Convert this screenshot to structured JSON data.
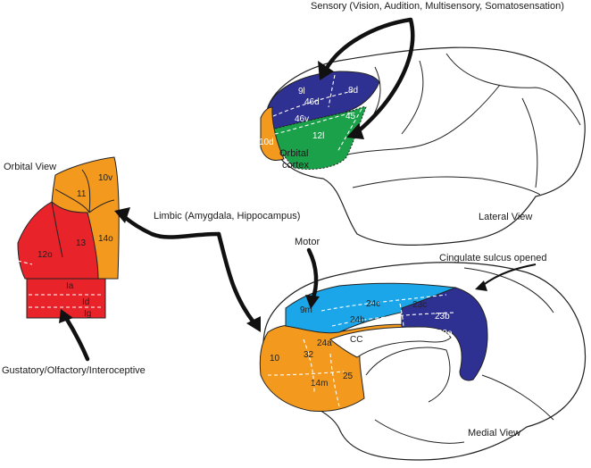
{
  "captions": {
    "sensory": "Sensory (Vision, Audition, Multisensory, Somatosensation)",
    "orbital_view": "Orbital View",
    "limbic": "Limbic (Amygdala, Hippocampus)",
    "motor": "Motor",
    "cingulate": "Cingulate sulcus opened",
    "lateral_view": "Lateral View",
    "medial_view": "Medial View",
    "gustatory": "Gustatory/Olfactory/Interoceptive",
    "orbital_cortex_line1": "Orbital",
    "orbital_cortex_line2": "cortex",
    "cc": "CC"
  },
  "colors": {
    "orange": "#F39A1E",
    "red": "#E8232A",
    "navy": "#2E3192",
    "green": "#1AA14A",
    "lightblue": "#1AA6E8"
  },
  "lateral_areas": {
    "a9l": "9l",
    "a8d": "8d",
    "a46d": "46d",
    "a46v": "46v",
    "a45": "45",
    "a12l": "12l",
    "a10d": "10d"
  },
  "orbital_areas": {
    "a10v": "10v",
    "a11": "11",
    "a14o": "14o",
    "a13": "13",
    "a12o": "12o",
    "aIa": "Ia",
    "aId": "Id",
    "aIg": "Ig"
  },
  "medial_areas": {
    "a9m": "9m",
    "a24c": "24c",
    "a23c": "23c",
    "a24b": "24b",
    "a23b": "23b",
    "a23a": "23a",
    "a24a": "24a",
    "a10": "10",
    "a32": "32",
    "a25": "25",
    "a14m": "14m"
  }
}
